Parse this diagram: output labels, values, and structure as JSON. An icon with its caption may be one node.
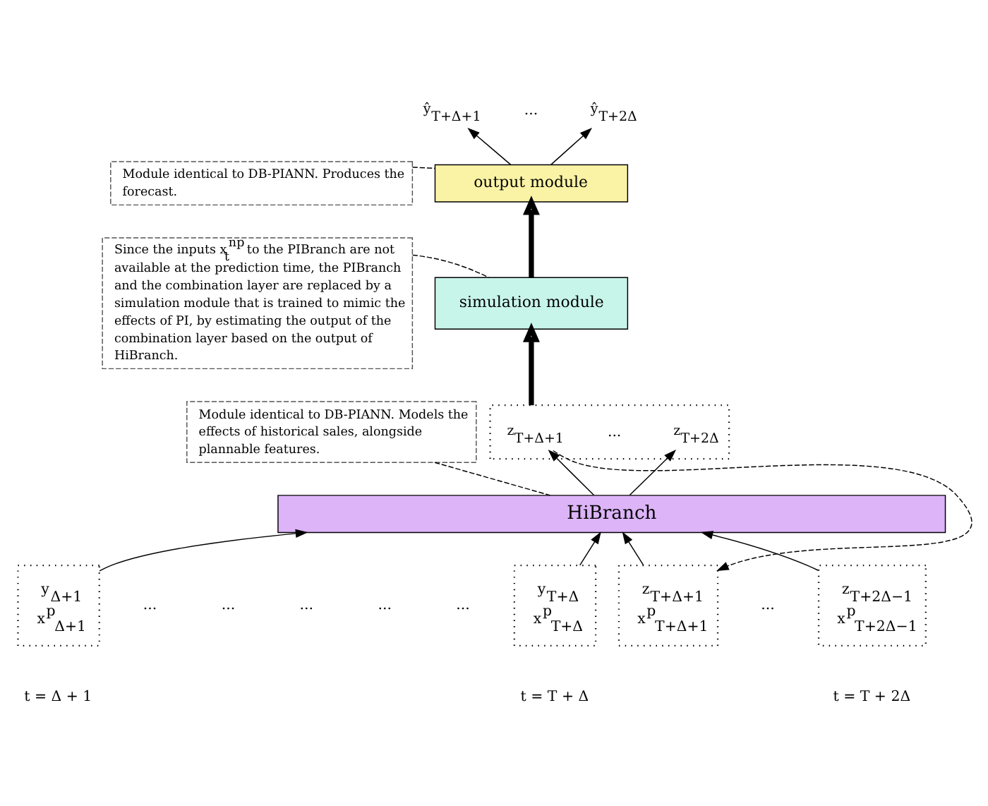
{
  "diagram": {
    "nodes": [
      {
        "text": [
          "Module identical to DB-PIANN. Produces the forecast."
        ]
      },
      {
        "text": [
          "Since the inputs x$_{t}$$^{np}$ to the PIBranch are not available at the prediction time, the PIBranch and the combination layer are replaced by a simulation module that is trained to mimic the effects of PI, by estimating the output of the combination layer based on the output of HiBranch."
        ]
      },
      {
        "text": [
          "Module identical to DB-PIANN. Models the effects of historical sales, alongside plannable features."
        ]
      },
      {
        "text": [
          "output module"
        ]
      },
      {
        "text": [
          "simulation module"
        ]
      },
      {
        "text": [
          "HiBranch"
        ]
      },
      {
        "text": [],
        "shape": "box"
      },
      {
        "text": [
          "z$_{T+Δ+1}$"
        ],
        "in": 6
      },
      {
        "text": [
          "z$_{T+2Δ}$"
        ],
        "in": 6
      },
      {
        "text": [
          "ŷ$_{T+Δ+1}$"
        ]
      },
      {
        "text": [
          "ŷ$_{T+2Δ}$"
        ]
      },
      {
        "text": [
          "y$_{Δ+1}$",
          "x$^{p}$$_{Δ+1}$"
        ]
      },
      {
        "text": [
          "y$_{T+Δ}$",
          "x$^{p}$$_{T+Δ}$"
        ]
      },
      {
        "text": [
          "z$_{T+Δ+1}$",
          "x$^{p}$$_{T+Δ+1}$"
        ]
      },
      {
        "text": [
          "z$_{T+2Δ−1}$",
          "x$^{p}$$_{T+2Δ−1}$"
        ]
      }
    ],
    "edges": [
      {
        "from": 11,
        "to": 5,
        "arrow": "to"
      },
      {
        "from": 12,
        "to": 5,
        "arrow": "to"
      },
      {
        "from": 13,
        "to": 5,
        "arrow": "to"
      },
      {
        "from": 14,
        "to": 5,
        "arrow": "to"
      },
      {
        "from": 5,
        "to": 7,
        "arrow": "to"
      },
      {
        "from": 5,
        "to": 8,
        "arrow": "to"
      },
      {
        "from": 6,
        "to": 4,
        "arrow": "to",
        "style": "thick"
      },
      {
        "from": 4,
        "to": 3,
        "arrow": "to",
        "style": "thick"
      },
      {
        "from": 3,
        "to": 9,
        "arrow": "to"
      },
      {
        "from": 3,
        "to": 10,
        "arrow": "to"
      },
      {
        "from": 0,
        "to": 3,
        "arrow": "none",
        "style": "dashed"
      },
      {
        "from": 1,
        "to": 4,
        "arrow": "none",
        "style": "dashed"
      },
      {
        "from": 2,
        "to": 5,
        "arrow": "none",
        "style": "dashed"
      },
      {
        "from": 7,
        "to": 13,
        "arrow": "to",
        "style": "dashed"
      }
    ],
    "labels": [
      "...",
      "...",
      "...",
      "...",
      "...",
      "...",
      "...",
      "...",
      "t = Δ + 1",
      "t = T + Δ",
      "t = T + 2Δ"
    ]
  }
}
